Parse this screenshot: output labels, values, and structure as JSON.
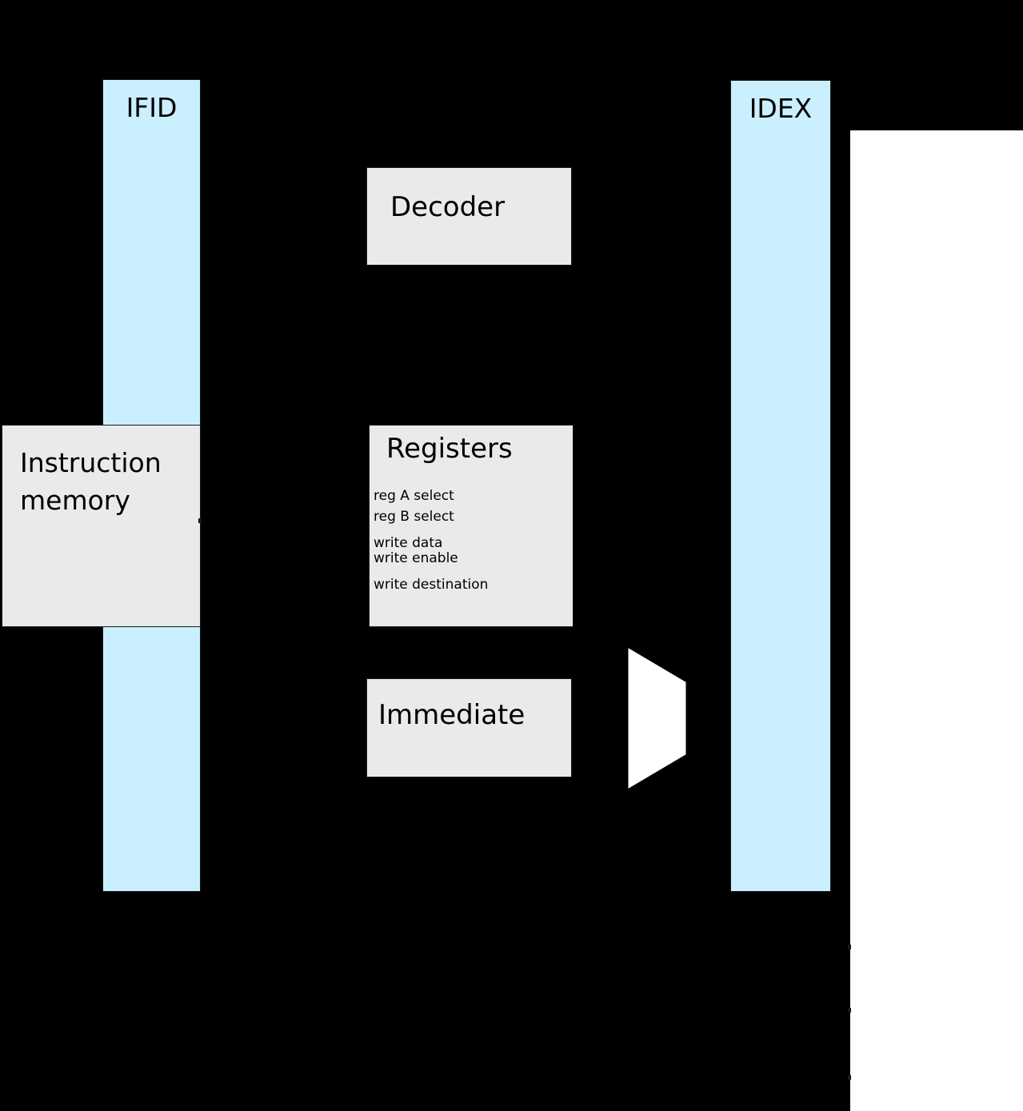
{
  "diagram": {
    "title": "CPU pipeline decode stage datapath",
    "background_color": "#000000",
    "panel_color": "#ffffff",
    "pipeline_register_color": "#caefff",
    "unit_box_color": "#eaeaea",
    "mux_color": "#ffffff",
    "outline_color": "#1a1a1a"
  },
  "pipeline_registers": [
    {
      "id": "ifid",
      "label": "IFID"
    },
    {
      "id": "idex",
      "label": "IDEX"
    }
  ],
  "units": {
    "instruction_memory": {
      "label": "Instruction\nmemory"
    },
    "decoder": {
      "label": "Decoder"
    },
    "registers": {
      "label": "Registers",
      "ports": [
        "reg A select",
        "reg B select",
        "write data",
        "write enable",
        "write destination"
      ]
    },
    "immediate": {
      "label": "Immediate"
    }
  },
  "mux": {
    "name": "operand multiplexer",
    "label": ""
  }
}
